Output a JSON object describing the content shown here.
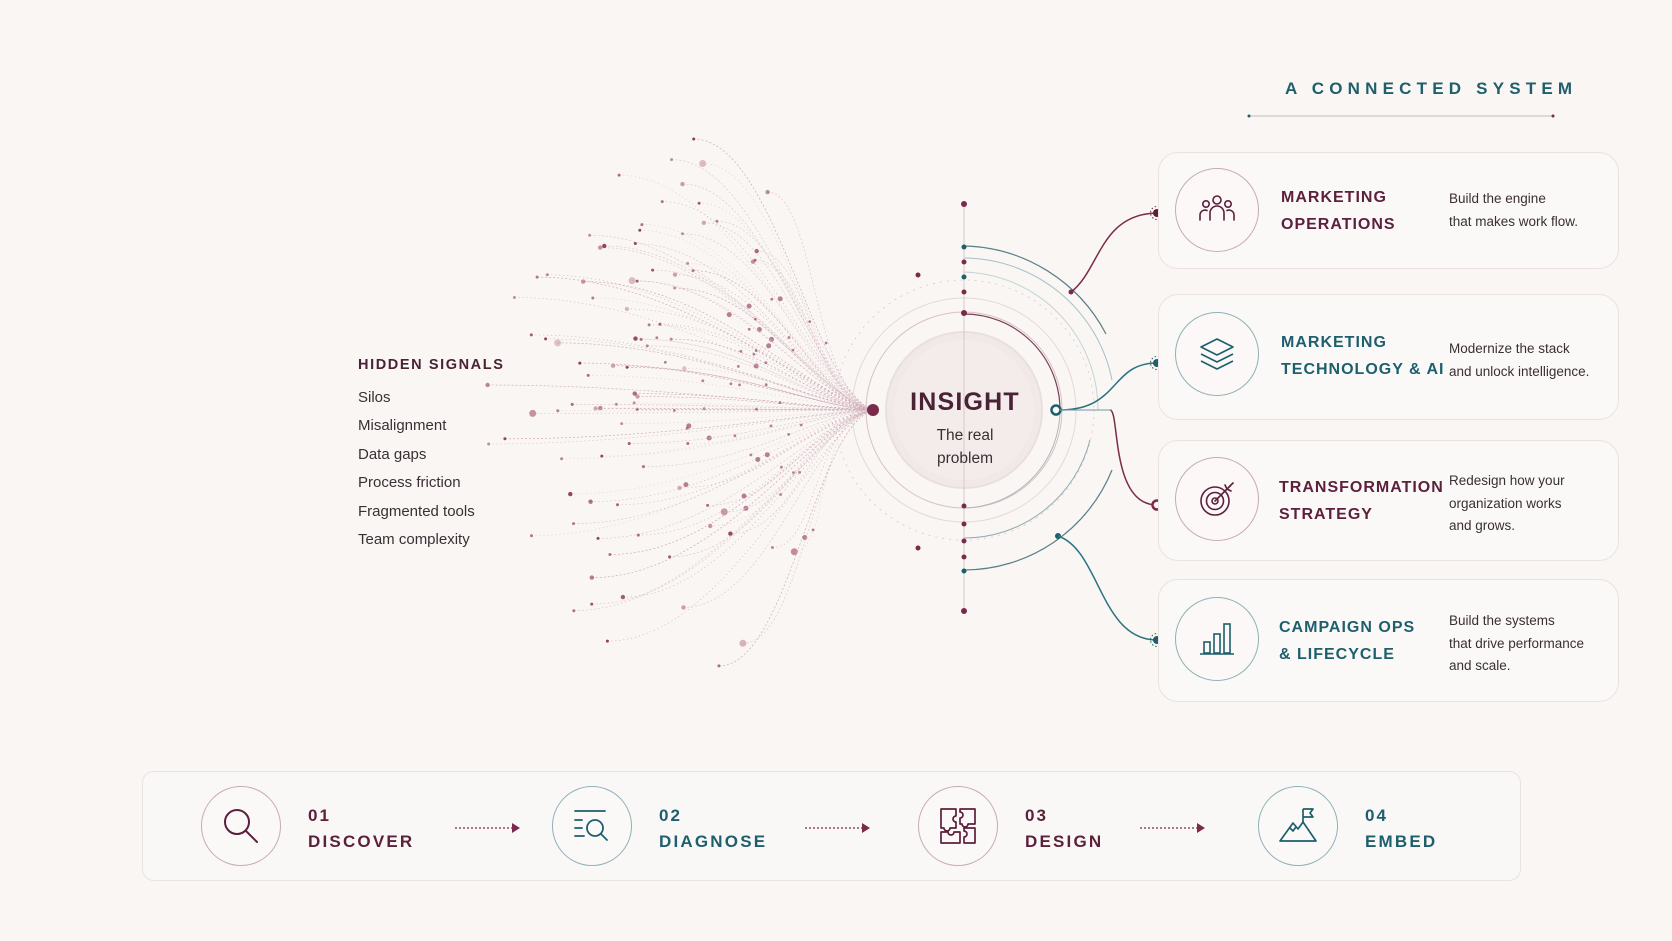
{
  "header": {
    "title": "A CONNECTED SYSTEM"
  },
  "hidden_signals": {
    "title": "HIDDEN SIGNALS",
    "items": [
      "Silos",
      "Misalignment",
      "Data gaps",
      "Process friction",
      "Fragmented tools",
      "Team complexity"
    ]
  },
  "insight": {
    "title": "INSIGHT",
    "subtitle": "The real\nproblem"
  },
  "services": [
    {
      "title": "MARKETING\nOPERATIONS",
      "description": "Build the engine\nthat makes work flow.",
      "icon": "people-icon",
      "color": "#5c1f3c"
    },
    {
      "title": "MARKETING\nTECHNOLOGY & AI",
      "description": "Modernize the stack\nand unlock intelligence.",
      "icon": "layers-icon",
      "color": "#1d5f6d"
    },
    {
      "title": "TRANSFORMATION\nSTRATEGY",
      "description": "Redesign how your\norganization works\nand grows.",
      "icon": "target-icon",
      "color": "#5c1f3c"
    },
    {
      "title": "CAMPAIGN OPS\n& LIFECYCLE",
      "description": "Build the systems\nthat drive performance\nand scale.",
      "icon": "bar-chart-icon",
      "color": "#1d5f6d"
    }
  ],
  "process": {
    "steps": [
      {
        "number": "01",
        "name": "DISCOVER",
        "icon": "magnifier-icon",
        "color": "#5c1f3c"
      },
      {
        "number": "02",
        "name": "DIAGNOSE",
        "icon": "list-search-icon",
        "color": "#1d5f6d"
      },
      {
        "number": "03",
        "name": "DESIGN",
        "icon": "puzzle-icon",
        "color": "#5c1f3c"
      },
      {
        "number": "04",
        "name": "EMBED",
        "icon": "mountain-flag-icon",
        "color": "#1d5f6d"
      }
    ]
  },
  "colors": {
    "accent": "#5c1f3c",
    "teal": "#1d5f6d",
    "background": "#f9f6f4"
  }
}
